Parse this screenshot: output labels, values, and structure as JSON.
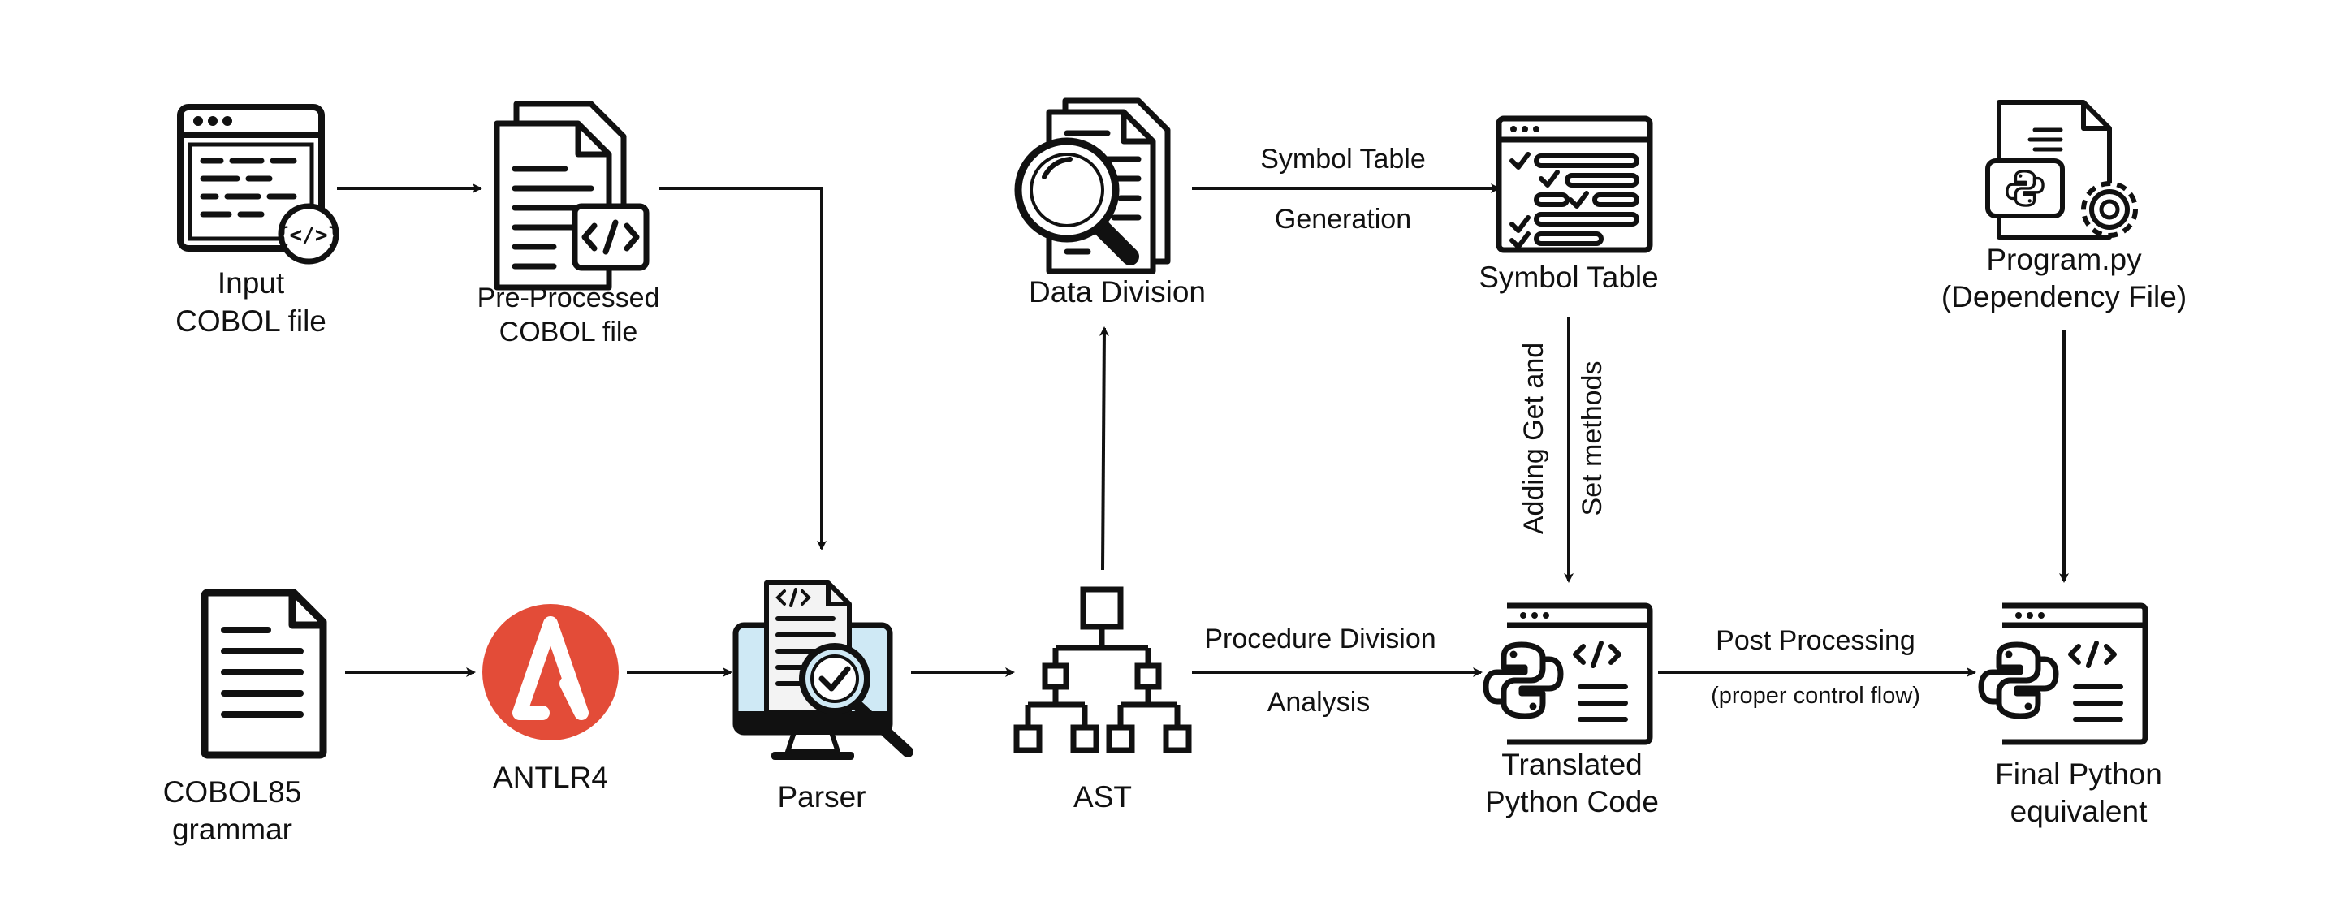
{
  "colors": {
    "ink": "#111111",
    "antlr": "#e34c38",
    "monitor": "#cfe9f5",
    "doc": "#f3f3f3"
  },
  "nodes": {
    "input_cobol": {
      "icon": "code-window-icon",
      "line1": "Input",
      "line2": "COBOL file"
    },
    "preprocessed": {
      "icon": "code-document-icon",
      "line1": "Pre-Processed",
      "line2": "COBOL file"
    },
    "data_division": {
      "icon": "document-search-icon",
      "label": "Data Division"
    },
    "symbol_table": {
      "icon": "checklist-window-icon",
      "label": "Symbol Table"
    },
    "program_py": {
      "icon": "python-dependency-file-icon",
      "line1": "Program.py",
      "line2": "(Dependency File)"
    },
    "grammar": {
      "icon": "document-icon",
      "line1": "COBOL85",
      "line2": "grammar"
    },
    "antlr": {
      "icon": "antlr-logo-icon",
      "label": "ANTLR4"
    },
    "parser": {
      "icon": "monitor-parser-icon",
      "label": "Parser"
    },
    "ast": {
      "icon": "tree-hierarchy-icon",
      "label": "AST"
    },
    "translated": {
      "icon": "python-code-window-icon",
      "line1": "Translated",
      "line2": "Python Code"
    },
    "final": {
      "icon": "python-code-window-icon",
      "line1": "Final Python",
      "line2": "equivalent"
    }
  },
  "edges": {
    "symbol_gen": {
      "line1": "Symbol Table",
      "line2": "Generation"
    },
    "get_set": {
      "line1": "Adding Get and",
      "line2": "Set methods"
    },
    "procedure": {
      "line1": "Procedure Division",
      "line2": "Analysis"
    },
    "post": {
      "line1": "Post Processing",
      "line2": "(proper control flow)"
    }
  }
}
